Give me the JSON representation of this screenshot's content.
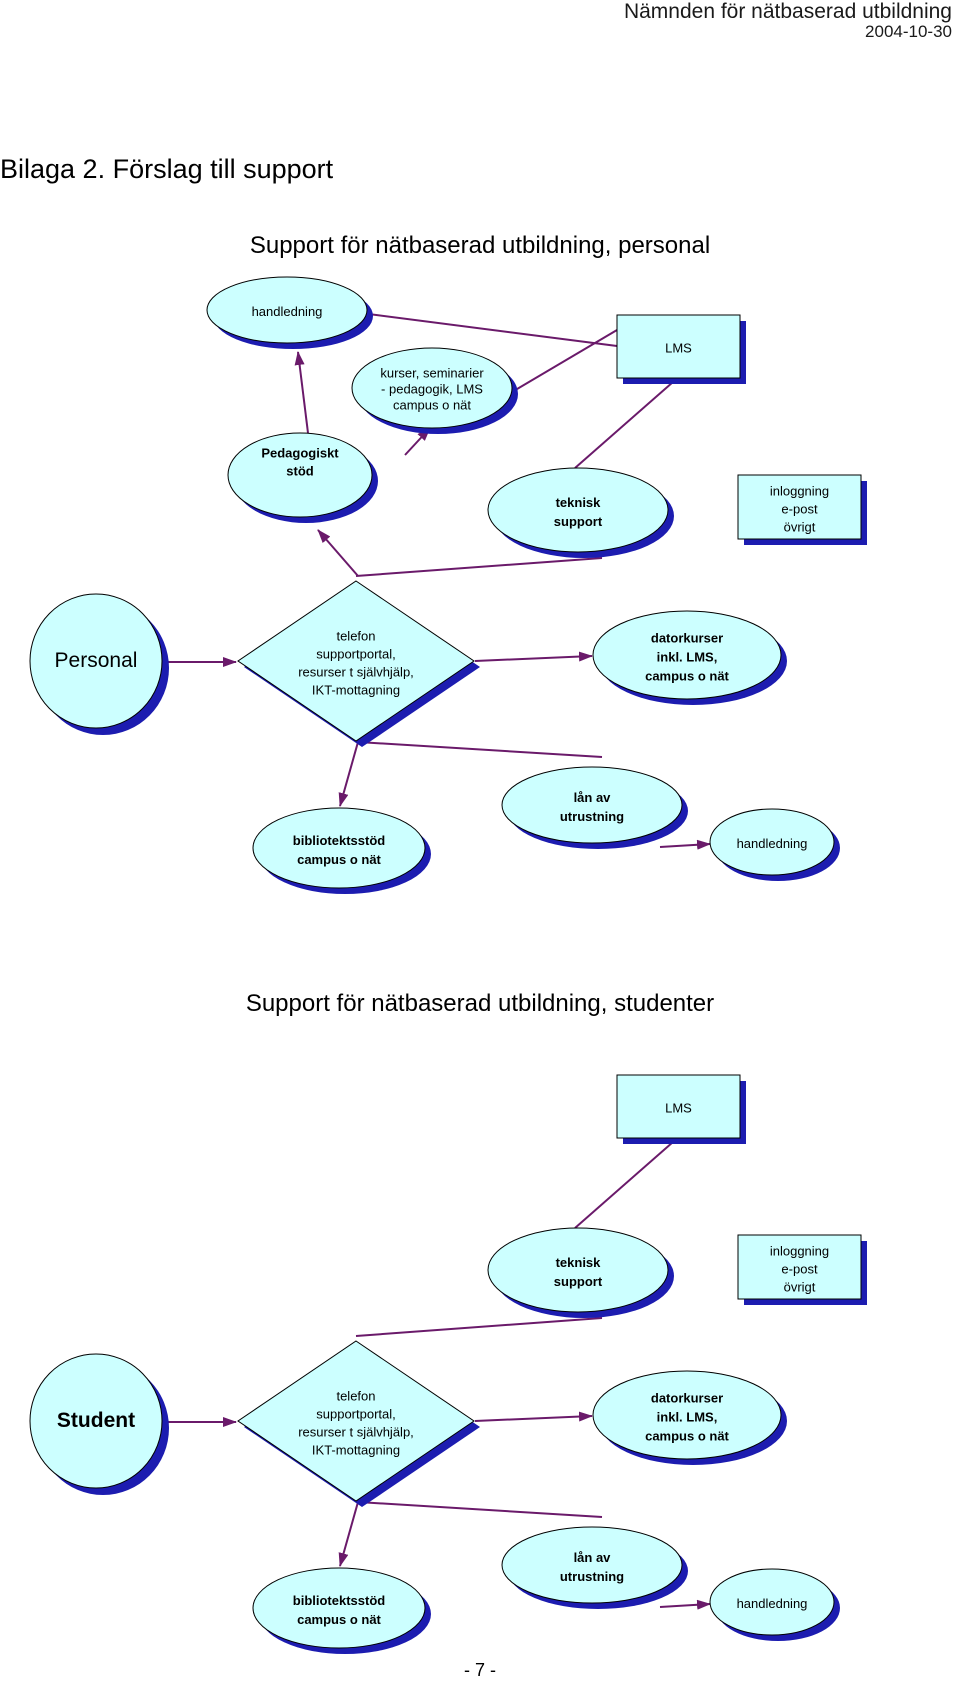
{
  "header": {
    "org": "Nämnden för nätbaserad utbildning",
    "date": "2004-10-30"
  },
  "title": "Bilaga 2. Förslag till support",
  "page_number": "- 7 -",
  "colors": {
    "fill": "#ccffff",
    "shadow": "#1c1cb0",
    "line": "#6a1a6a",
    "stroke": "#000000"
  },
  "sections": [
    {
      "title": "Support för nätbaserad utbildning, personal",
      "nodes": {
        "handledning_top": [
          "handledning"
        ],
        "kurser": [
          "kurser, seminarier",
          "- pedagogik, LMS",
          "campus o nät"
        ],
        "lms": [
          "LMS"
        ],
        "pedagogiskt": [
          "Pedagogiskt",
          "stöd"
        ],
        "teknisk": [
          "teknisk",
          "support"
        ],
        "inloggning": [
          "inloggning",
          "e-post",
          "övrigt"
        ],
        "main": [
          "Personal"
        ],
        "hub": [
          "telefon",
          "supportportal,",
          "resurser t självhjälp,",
          "IKT-mottagning"
        ],
        "datorkurser": [
          "datorkurser",
          "inkl. LMS,",
          "campus o nät"
        ],
        "bibliotek": [
          "bibliotektsstöd",
          "campus o nät"
        ],
        "lan": [
          "lån av",
          "utrustning"
        ],
        "handledning_bottom": [
          "handledning"
        ]
      }
    },
    {
      "title": "Support för nätbaserad utbildning, studenter",
      "nodes": {
        "lms": [
          "LMS"
        ],
        "teknisk": [
          "teknisk",
          "support"
        ],
        "inloggning": [
          "inloggning",
          "e-post",
          "övrigt"
        ],
        "main": [
          "Student"
        ],
        "hub": [
          "telefon",
          "supportportal,",
          "resurser t självhjälp,",
          "IKT-mottagning"
        ],
        "datorkurser": [
          "datorkurser",
          "inkl. LMS,",
          "campus o nät"
        ],
        "bibliotek": [
          "bibliotektsstöd",
          "campus o nät"
        ],
        "lan": [
          "lån av",
          "utrustning"
        ],
        "handledning_bottom": [
          "handledning"
        ]
      }
    }
  ]
}
